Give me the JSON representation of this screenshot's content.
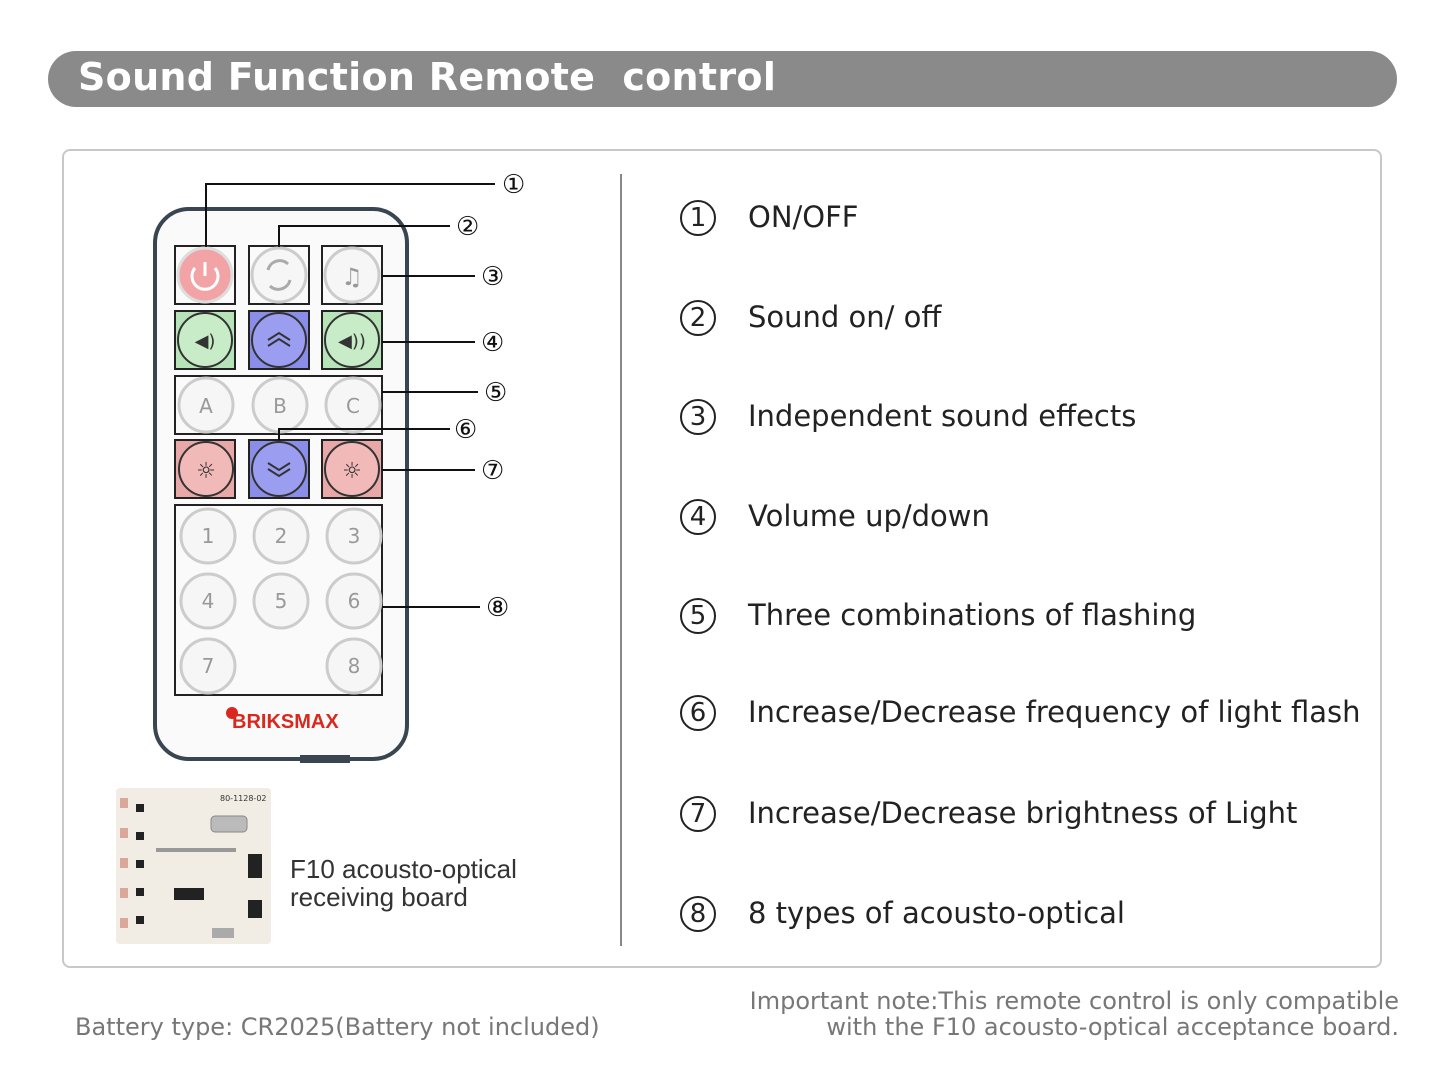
{
  "title": "Sound Function Remote  control",
  "remote": {
    "brand": "BRIKSMAX",
    "row_letters": [
      "A",
      "B",
      "C"
    ],
    "numbers": [
      "1",
      "2",
      "3",
      "4",
      "5",
      "6",
      "7",
      "8"
    ],
    "callouts": [
      "①",
      "②",
      "③",
      "④",
      "⑤",
      "⑥",
      "⑦",
      "⑧"
    ]
  },
  "board": {
    "line1": "F10 acousto-optical",
    "line2": "receiving board",
    "chip_text": "80-1128-02"
  },
  "functions": [
    {
      "num": "1",
      "label": "ON/OFF"
    },
    {
      "num": "2",
      "label": "Sound on/ off"
    },
    {
      "num": "3",
      "label": "Independent sound effects"
    },
    {
      "num": "4",
      "label": "Volume up/down"
    },
    {
      "num": "5",
      "label": "Three combinations of flashing"
    },
    {
      "num": "6",
      "label": "Increase/Decrease frequency of light flash"
    },
    {
      "num": "7",
      "label": "Increase/Decrease brightness of Light"
    },
    {
      "num": "8",
      "label": "8 types of acousto-optical"
    }
  ],
  "footer": {
    "battery": "Battery type: CR2025(Battery not included)",
    "note_line1": "Important note:This remote control is only compatible",
    "note_line2": "with the F10 acousto-optical acceptance board."
  },
  "colors": {
    "banner": "#8a8a8a",
    "power": "#f2a3a6",
    "green": "#b7e3b9",
    "blue": "#8a8ee8",
    "red": "#e9a8a8",
    "brand": "#d9281e"
  }
}
